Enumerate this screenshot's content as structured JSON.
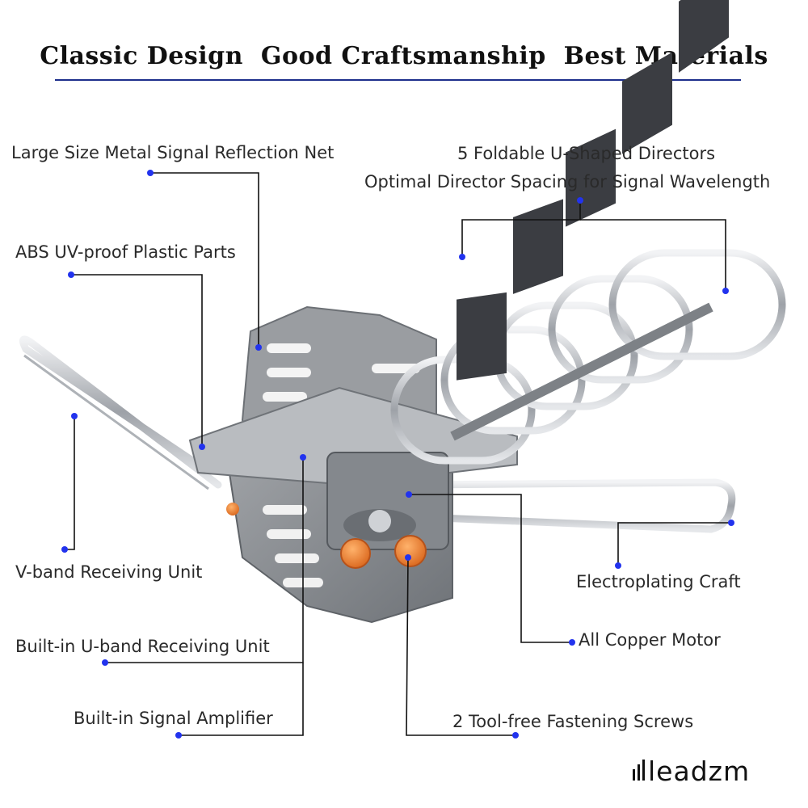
{
  "header": {
    "headline": "Classic Design  Good Craftsmanship  Best Materials"
  },
  "callouts": {
    "reflection_net": "Large Size Metal Signal Reflection Net",
    "plastic_parts": "ABS UV-proof Plastic Parts",
    "directors_line1": "5 Foldable U-Shaped Directors",
    "directors_line2": "Optimal Director Spacing for Signal Wavelength",
    "v_band": "V-band Receiving Unit",
    "electroplating": "Electroplating Craft",
    "motor": "All Copper Motor",
    "u_band": "Built-in U-band Receiving Unit",
    "amplifier": "Built-in Signal Amplifier",
    "screws": "2 Tool-free Fastening Screws"
  },
  "brand": {
    "logo_text": "leadzm"
  },
  "colors": {
    "headline_rule": "#1d2f8c",
    "callout_dot": "#2233ee",
    "leader_line": "#111111",
    "knob": "#e8782a",
    "chrome": "#c9ccd1",
    "housing": "#8d9095",
    "director_bracket": "#3b3d42"
  },
  "icons": {
    "logo": "leadzm-wordmark-logo"
  }
}
